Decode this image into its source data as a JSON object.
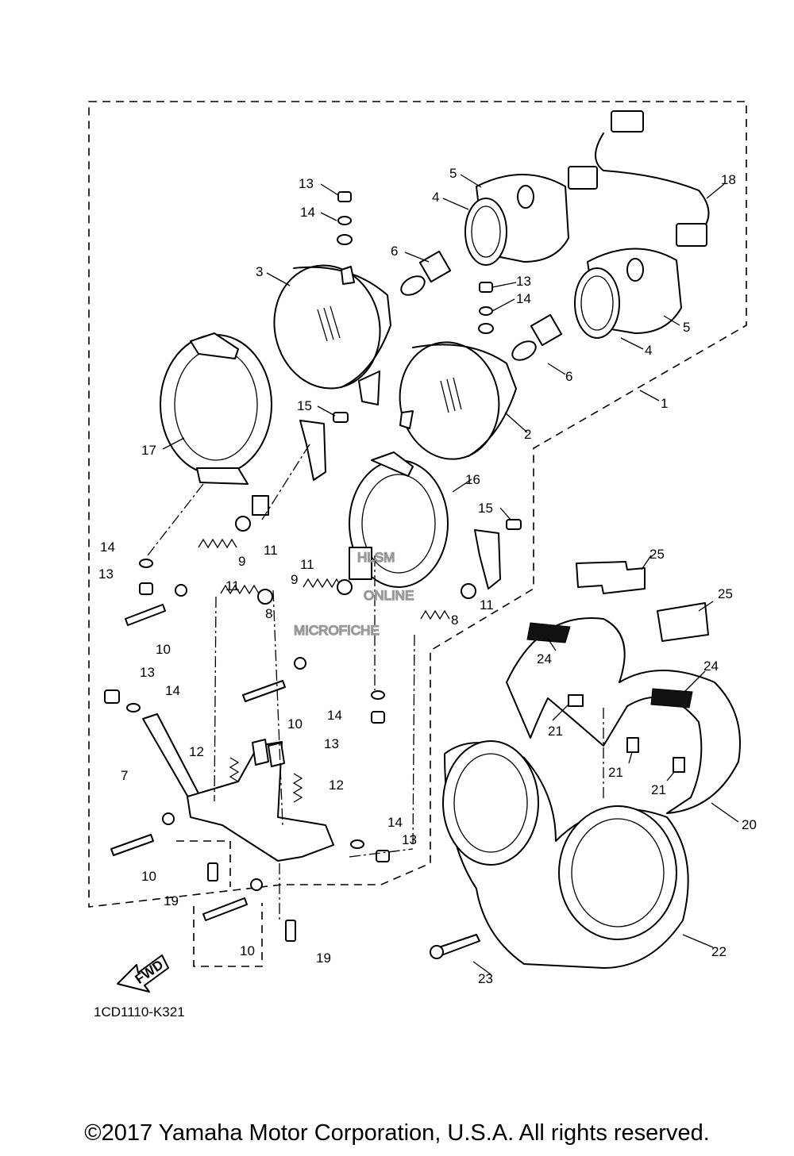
{
  "diagram": {
    "drawing_code": "1CD1110-K321",
    "fwd_label": "FWD",
    "watermark": [
      "HLSM",
      "ONLINE",
      "MICROFICHE"
    ],
    "copyright": "©2017 Yamaha Motor Corporation, U.S.A. All rights reserved.",
    "callouts": [
      "1",
      "2",
      "3",
      "4",
      "4",
      "5",
      "5",
      "6",
      "6",
      "7",
      "8",
      "8",
      "9",
      "9",
      "10",
      "10",
      "10",
      "10",
      "11",
      "11",
      "11",
      "11",
      "12",
      "12",
      "13",
      "13",
      "13",
      "13",
      "13",
      "13",
      "14",
      "14",
      "14",
      "14",
      "14",
      "14",
      "15",
      "15",
      "16",
      "17",
      "18",
      "19",
      "19",
      "20",
      "21",
      "21",
      "21",
      "22",
      "23",
      "24",
      "24",
      "25",
      "25"
    ]
  }
}
